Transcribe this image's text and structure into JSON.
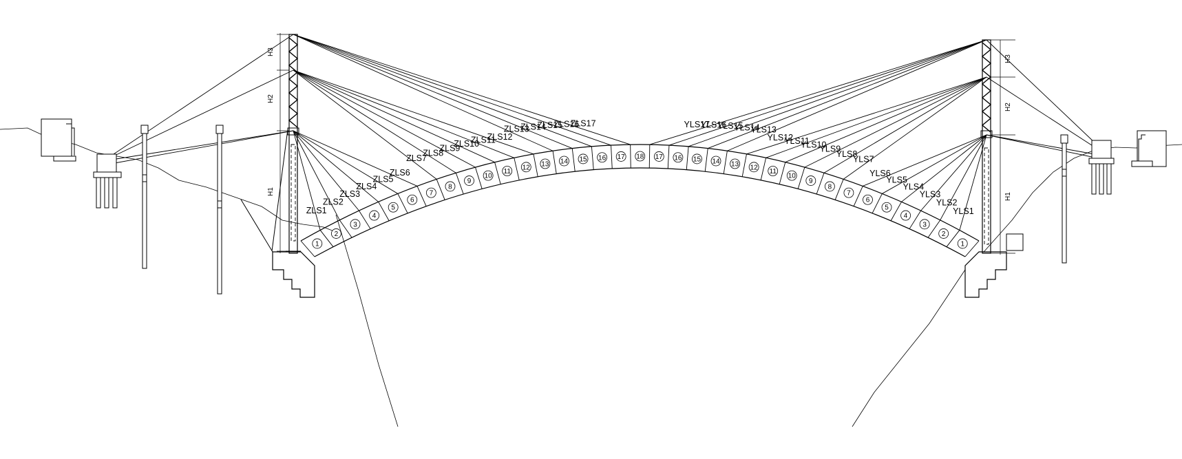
{
  "dimension_labels": {
    "left": [
      "H3",
      "H2",
      "H1"
    ],
    "right": [
      "H3",
      "H2",
      "H1"
    ]
  },
  "left_cable_labels": [
    "ZLS1",
    "ZLS2",
    "ZLS3",
    "ZLS4",
    "ZLS5",
    "ZLS6",
    "ZLS7",
    "ZLS8",
    "ZLS9",
    "ZLS10",
    "ZLS11",
    "ZLS12",
    "ZLS13",
    "ZLS14",
    "ZLS15",
    "ZLS16",
    "ZLS17"
  ],
  "right_cable_labels": [
    "YLS1",
    "YLS2",
    "YLS3",
    "YLS4",
    "YLS5",
    "YLS6",
    "YLS7",
    "YLS8",
    "YLS9",
    "YLS10",
    "YLS11",
    "YLS12",
    "YLS13",
    "YLS14",
    "YLS15",
    "YLS16",
    "YLS17"
  ],
  "left_segment_numbers": [
    "1",
    "2",
    "3",
    "4",
    "5",
    "6",
    "7",
    "8",
    "9",
    "10",
    "11",
    "12",
    "13",
    "14",
    "15",
    "16",
    "17"
  ],
  "right_segment_numbers": [
    "1",
    "2",
    "3",
    "4",
    "5",
    "6",
    "7",
    "8",
    "9",
    "10",
    "11",
    "12",
    "13",
    "14",
    "15",
    "16",
    "17"
  ],
  "closure_segment_number": "18",
  "line_color": "#000000",
  "icons": {
    "left_tower": "cable-tower-icon",
    "right_tower": "cable-tower-icon",
    "anchor": "anchorage-block-icon",
    "pile": "pile-column-icon"
  }
}
